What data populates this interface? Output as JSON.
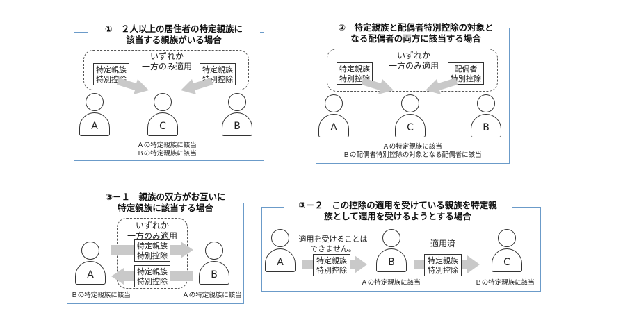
{
  "panel1": {
    "title": "①　２人以上の居住者の特定親族に\n該当する親族がいる場合",
    "center_text": "いずれか\n一方のみ適用",
    "box_left": "特定親族\n特別控除",
    "box_right": "特定親族\n特別控除",
    "persons": [
      "A",
      "C",
      "B"
    ],
    "note": "Ａの特定親族に該当\nＢの特定親族に該当"
  },
  "panel2": {
    "title": "②　特定親族と配偶者特別控除の対象と\nなる配偶者の両方に該当する場合",
    "center_text": "いずれか\n一方のみ適用",
    "box_left": "特定親族\n特別控除",
    "box_right": "配偶者\n特別控除",
    "persons": [
      "A",
      "C",
      "B"
    ],
    "note": "Ａの特定親族に該当\nＢの配偶者特別控除の対象となる配偶者に該当"
  },
  "panel3": {
    "title": "③－１　親族の双方がお互いに\n特定親族に該当する場合",
    "center_text": "いずれか\n一方のみ適用",
    "box_top": "特定親族\n特別控除",
    "box_bottom": "特定親族\n特別控除",
    "persons": [
      "A",
      "B"
    ],
    "note_left": "Ｂの特定親族に該当",
    "note_right": "Ａの特定親族に該当"
  },
  "panel4": {
    "title": "③－２　この控除の適用を受けている親族を特定親\n族として適用を受けるようとする場合",
    "label_left": "適用を受けることは\nできません。",
    "label_right": "適用済",
    "box_left": "特定親族\n特別控除",
    "box_right": "特定親族\n特別控除",
    "persons": [
      "A",
      "B",
      "C"
    ],
    "note_mid": "Ａの特定親族に該当",
    "note_right": "Ｂの特定親族に該当"
  }
}
